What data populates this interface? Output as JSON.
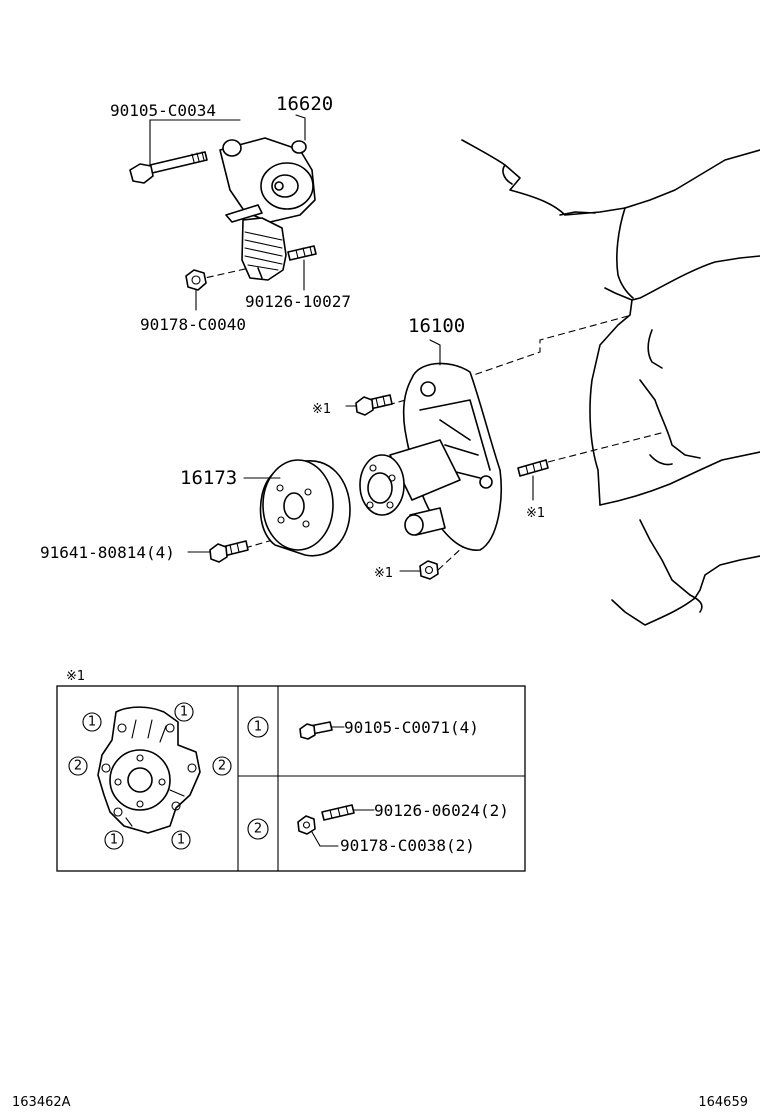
{
  "parts": {
    "tensioner_bolt": "90105-C0034",
    "tensioner_assy": "16620",
    "stud_bolt": "90126-10027",
    "nut": "90178-C0040",
    "water_pump_assy": "16100",
    "pump_pulley": "16173",
    "pulley_bolt": "91641-80814(4)"
  },
  "marks": {
    "note1": "※1",
    "note1_left_top": "※1",
    "note1_left_bottom": "※1",
    "note1_right": "※1",
    "box_title": "※1"
  },
  "legend": {
    "location_numbers": [
      "1",
      "1",
      "2",
      "2",
      "1",
      "1"
    ],
    "rows": [
      {
        "index": "1",
        "parts": [
          "90105-C0071(4)"
        ]
      },
      {
        "index": "2",
        "parts": [
          "90126-06024(2)",
          "90178-C0038(2)"
        ]
      }
    ]
  },
  "footer": {
    "left_code": "163462A",
    "right_code": "164659"
  }
}
